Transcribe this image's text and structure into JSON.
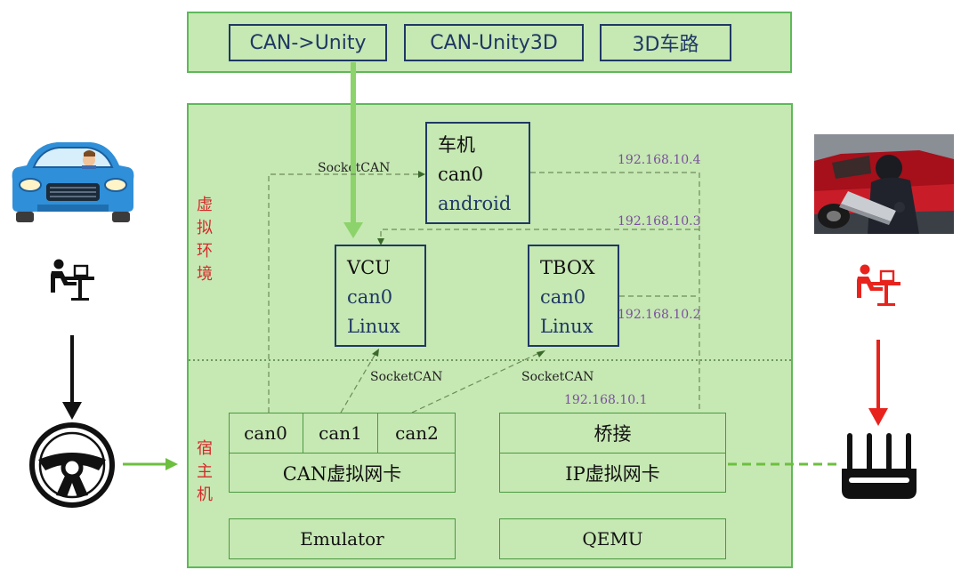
{
  "top_bar": {
    "items": [
      "CAN->Unity",
      "CAN-Unity3D",
      "3D车路"
    ]
  },
  "virtual_env": {
    "label": "虚拟环境",
    "head_unit": {
      "lines": [
        "车机",
        "can0",
        "android"
      ]
    },
    "vcu": {
      "lines": [
        "VCU",
        "can0",
        "Linux"
      ]
    },
    "tbox": {
      "lines": [
        "TBOX",
        "can0",
        "Linux"
      ]
    },
    "socketcan_top": "SocketCAN",
    "ip_head_unit": "192.168.10.4",
    "ip_vcu": "192.168.10.3",
    "ip_tbox": "192.168.10.2"
  },
  "host": {
    "label": "宿主机",
    "socketcan_left": "SocketCAN",
    "socketcan_right": "SocketCAN",
    "ip_bridge": "192.168.10.1",
    "can_ports": [
      "can0",
      "can1",
      "can2"
    ],
    "can_nic": "CAN虚拟网卡",
    "bridge": "桥接",
    "ip_nic": "IP虚拟网卡",
    "emulator": "Emulator",
    "qemu": "QEMU"
  },
  "colors": {
    "panel_fill": "#c6e8b3",
    "panel_border": "#5fb85a",
    "node_border": "#1f3864",
    "ip_text": "#7b4fa0",
    "env_label": "#d42a2a",
    "attacker_red": "#e8231e",
    "driver_arrow_green": "#6cbf3f"
  },
  "icons": {
    "car": "car-icon",
    "driver": "person-at-desk-icon",
    "steering": "steering-wheel-icon",
    "attacker_photo": "hacker-photo",
    "attacker": "person-at-desk-icon",
    "router": "router-icon"
  }
}
